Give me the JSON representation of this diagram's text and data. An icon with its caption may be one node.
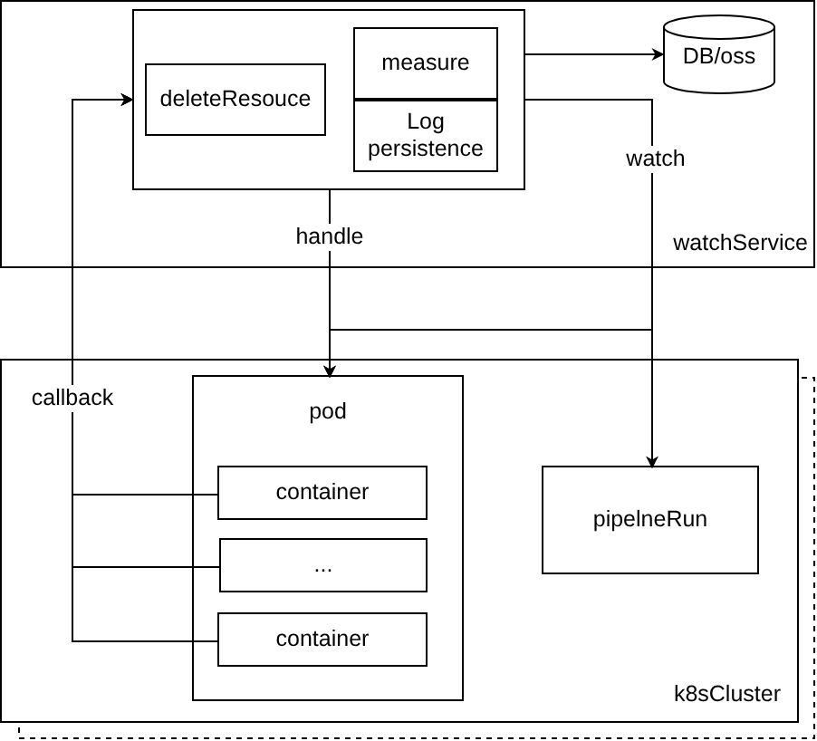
{
  "diagram": {
    "nodes": [
      {
        "text": [
          "watchService"
        ]
      },
      {
        "text": [],
        "shape": "box",
        "in": 0
      },
      {
        "text": [
          "deleteResouce"
        ],
        "in": 1
      },
      {
        "text": [
          "measure"
        ],
        "in": 1
      },
      {
        "text": [
          "Log persistence"
        ],
        "in": 1
      },
      {
        "text": [
          "DB/oss"
        ],
        "in": 0
      },
      {
        "text": [
          "k8sCluster"
        ]
      },
      {
        "text": [
          "pod"
        ],
        "in": 6
      },
      {
        "text": [
          "container"
        ],
        "in": 7
      },
      {
        "text": [
          "..."
        ],
        "in": 7
      },
      {
        "text": [
          "container"
        ],
        "in": 7
      },
      {
        "text": [
          "pipelneRun"
        ],
        "in": 6
      }
    ],
    "edges": [
      {
        "from": 1,
        "to": 5,
        "arrow": "to"
      },
      {
        "from": 1,
        "to": 7,
        "arrow": "to",
        "label": "handle"
      },
      {
        "from": 1,
        "to": 11,
        "arrow": "to",
        "label": "watch"
      },
      {
        "from": 1,
        "to": 7,
        "arrow": "to"
      },
      {
        "from": 8,
        "to": 1,
        "arrow": "to",
        "label": "callback"
      },
      {
        "from": 9,
        "to": 1,
        "arrow": "to"
      },
      {
        "from": 10,
        "to": 1,
        "arrow": "to"
      }
    ]
  }
}
